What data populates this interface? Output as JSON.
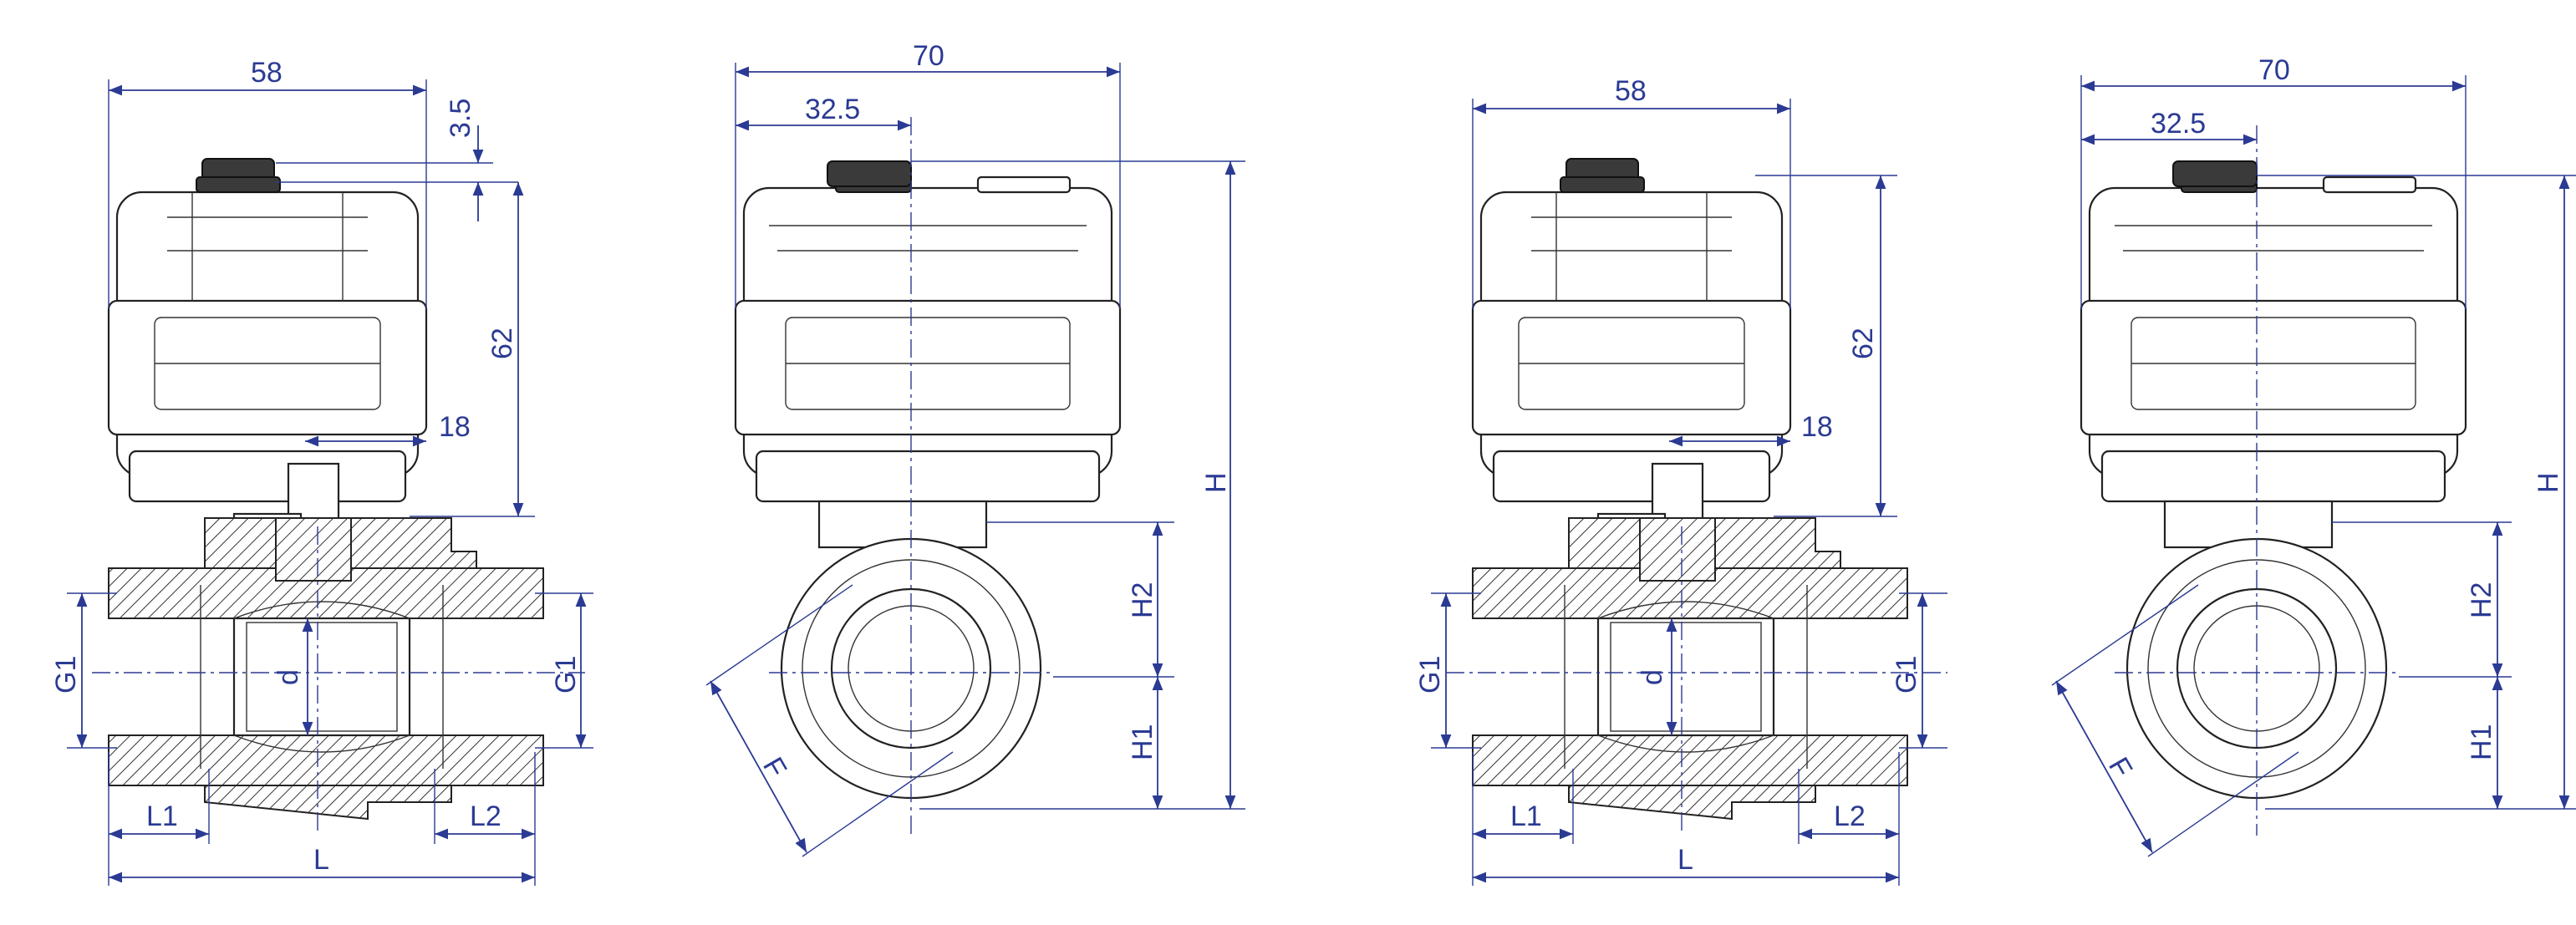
{
  "labels": {
    "v1": {
      "w58": "58",
      "d35": "3.5",
      "h62": "62",
      "d18": "18",
      "g1l": "G1",
      "g1r": "G1",
      "d": "d",
      "l1": "L1",
      "l2": "L2",
      "l": "L"
    },
    "v2": {
      "w70": "70",
      "w325": "32.5",
      "h": "H",
      "h2": "H2",
      "h1": "H1",
      "f": "F"
    },
    "v3": {
      "w58": "58",
      "h62": "62",
      "d18": "18",
      "g1l": "G1",
      "g1r": "G1",
      "d": "d",
      "l1": "L1",
      "l2": "L2",
      "l": "L"
    },
    "v4": {
      "w70": "70",
      "w325": "32.5",
      "h": "H",
      "h2": "H2",
      "h1": "H1",
      "f": "F"
    }
  },
  "colors": {
    "dimension": "#2b3a93",
    "outline": "#222222",
    "knob": "#3a3a3a"
  }
}
